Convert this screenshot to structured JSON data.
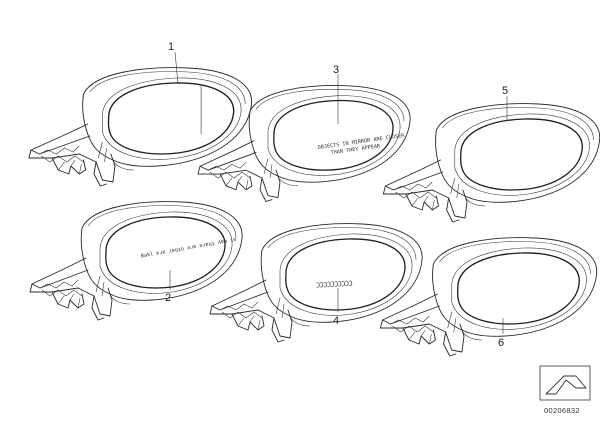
{
  "diagram": {
    "mirrors": [
      {
        "callout": "1",
        "glass_text": []
      },
      {
        "callout": "3",
        "glass_text": [
          "OBJECTS IN MIRROR ARE CLOSER",
          "THAN THEY APPEAR"
        ]
      },
      {
        "callout": "5",
        "glass_text": []
      },
      {
        "callout": "2",
        "glass_text": [
          "Bakl ɐɹɐ ɹɐɥʇo ǝɹɐ ǝɹɐɥʇ ʎɐɯ ʇɐ"
        ]
      },
      {
        "callout": "4",
        "glass_text": [
          "ƆƆƆƆƆƆƆƆƆƆ"
        ]
      },
      {
        "callout": "6",
        "glass_text": []
      }
    ],
    "stamp": "00206832",
    "icon": "mirror-glass-symbol-icon"
  }
}
